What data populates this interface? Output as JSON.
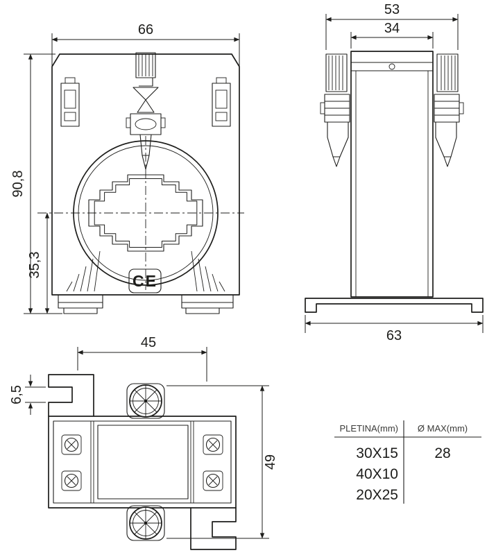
{
  "front_view": {
    "dim_width": "66",
    "dim_height": "90,8",
    "dim_lower_height": "35,3",
    "ce_mark": "CE"
  },
  "side_view": {
    "dim_overall_width": "53",
    "dim_body_width": "34",
    "dim_base_width": "63"
  },
  "bottom_view": {
    "dim_width": "45",
    "dim_hook_slot": "6,5",
    "dim_depth": "49"
  },
  "spec_table": {
    "col_busbar": "PLETINA(mm)",
    "col_max_diameter": "Ø MAX(mm)",
    "busbar_sizes": [
      "30X15",
      "40X10",
      "20X25"
    ],
    "max_diameter": "28"
  },
  "colors": {
    "line": "#1d1d1b",
    "background": "#ffffff"
  }
}
